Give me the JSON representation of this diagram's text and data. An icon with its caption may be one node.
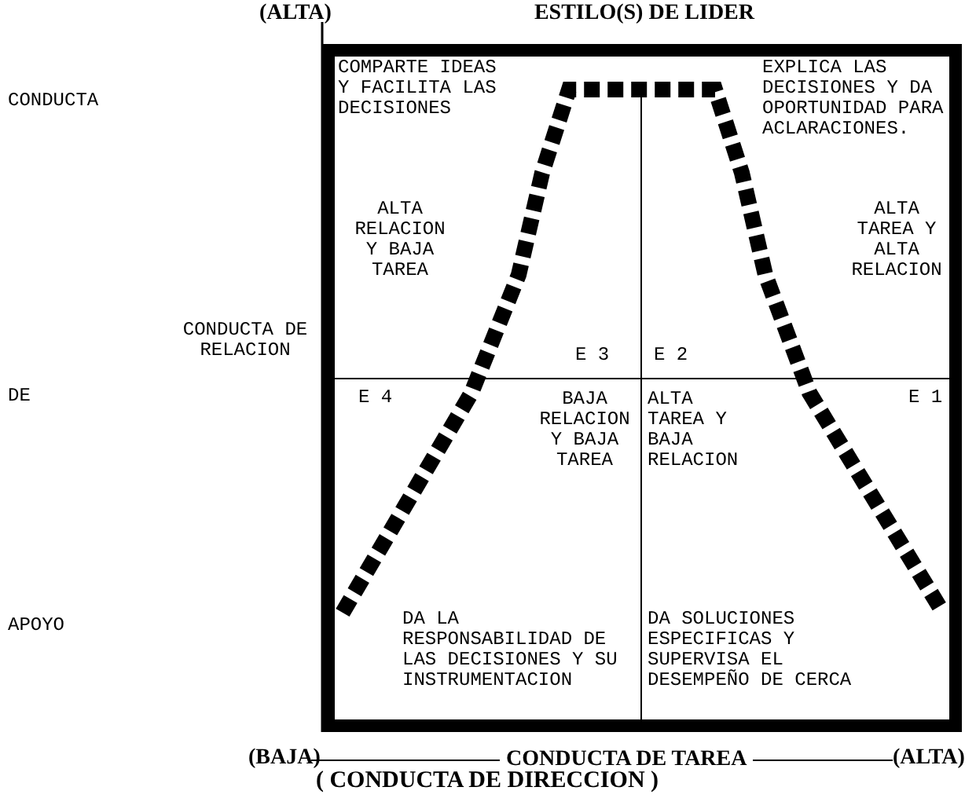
{
  "diagram": {
    "title": "ESTILO(S) DE LIDER",
    "labels": [
      "(ALTA)",
      "CONDUCTA",
      "COMPARTE IDEAS Y FACILITA LAS DECISIONES",
      "EXPLICA LAS DECISIONES Y DA OPORTUNIDAD PARA ACLARACIONES.",
      "ALTA RELACION Y BAJA TAREA",
      "ALTA TAREA Y ALTA RELACION",
      "CONDUCTA DE RELACION",
      "E 3",
      "E 2",
      "DE",
      "E 4",
      "E 1",
      "BAJA RELACION Y BAJA TAREA",
      "ALTA TAREA Y BAJA RELACION",
      "APOYO",
      "DA LA RESPONSABILIDAD DE LAS DECISIONES Y SU INSTRUMENTACION",
      "DA SOLUCIONES ESPECIFICAS Y SUPERVISA EL DESEMPEÑO DE CERCA",
      "(BAJA)",
      "CONDUCTA DE TAREA",
      "(ALTA)",
      "( CONDUCTA DE DIRECCION )"
    ]
  }
}
